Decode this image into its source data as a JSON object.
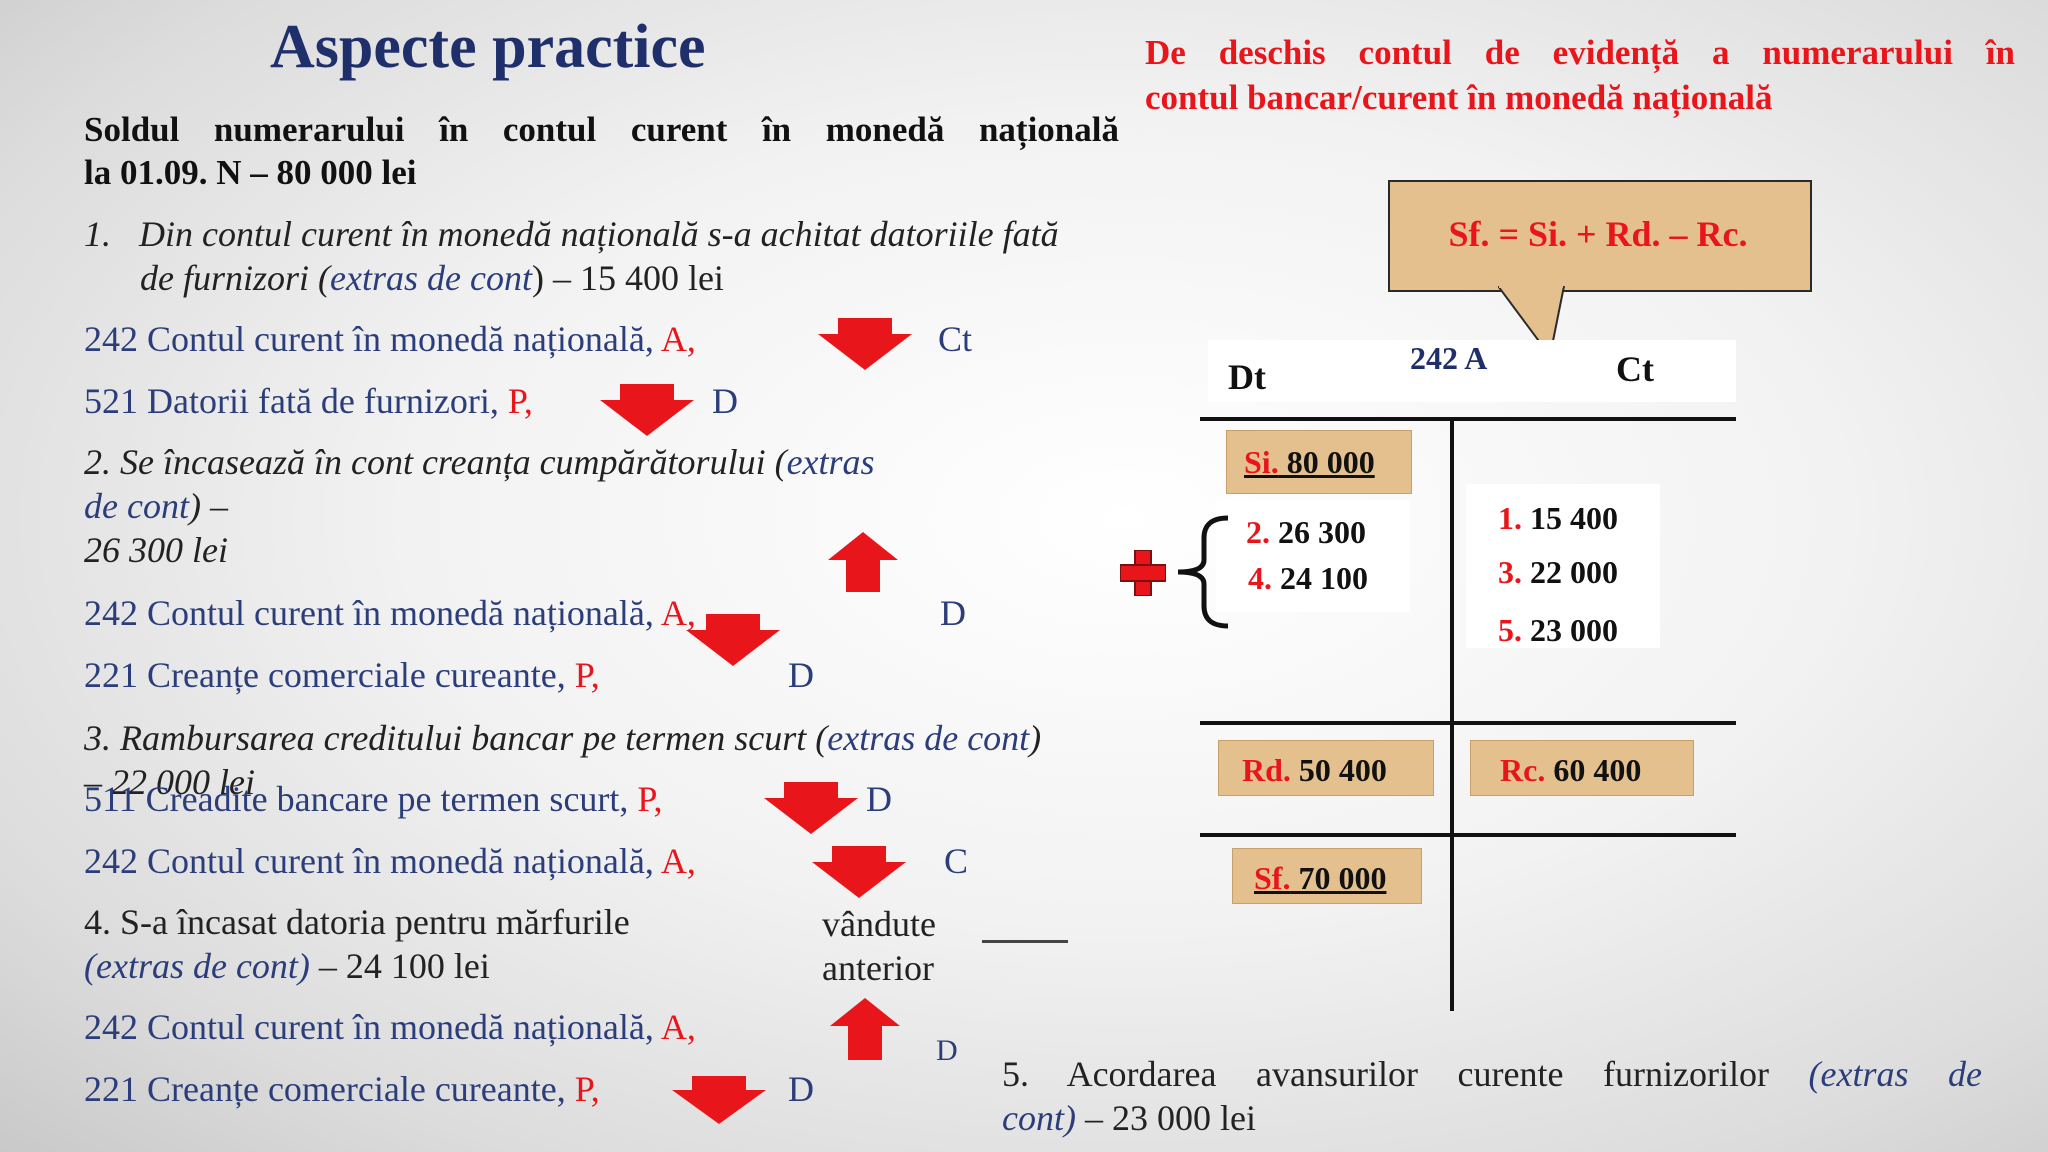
{
  "title": "Aspecte practice",
  "header": {
    "line1": "De deschis contul de evidență a numerarului în",
    "line2": "contul bancar/curent în monedă națională"
  },
  "sold": {
    "line1": "Soldul numerarului în contul curent în monedă națională",
    "line2": "la 01.09. N – 80 000 lei"
  },
  "ops": {
    "op1": {
      "num": "1.",
      "text_a": "Din contul curent în monedă națională s-a achitat datoriile fată",
      "text_b": "de furnizori (",
      "paren": "extras de cont",
      "text_c": ") – 15 400 lei"
    },
    "op2": {
      "text_a": "2. Se încasează în cont creanța cumpărătorului (",
      "paren_a": "extras",
      "paren_b": "de cont",
      "text_b": ") –",
      "text_c": "26 300 lei"
    },
    "op3": {
      "text_a": "3. Rambursarea creditului bancar pe termen scurt (",
      "paren": "extras de cont",
      "text_b": ")",
      "text_c": "– 22 000 lei"
    },
    "op4": {
      "text_a": "4.  S-a  încasat  datoria  pentru  mărfurile",
      "word1": "vândute",
      "word2": "anterior",
      "paren": "(extras de cont)",
      "text_b": " – 24 100 lei"
    },
    "op5": {
      "text_a": "5.  Acordarea  avansurilor  curente  furnizorilor  ",
      "paren_a": "(extras  de",
      "paren_b": "cont)",
      "text_b": " – 23 000 lei"
    }
  },
  "entries": [
    {
      "account": "242 Contul curent în monedă națională, ",
      "type": "A,",
      "side": "Ct"
    },
    {
      "account": "521 Datorii fată de furnizori, ",
      "type": "P,",
      "side": "D"
    },
    {
      "account": "242 Contul curent în monedă națională, ",
      "type": "A,",
      "side": "D"
    },
    {
      "account": "221 Creanțe comerciale cureante, ",
      "type": "P,",
      "side": "D"
    },
    {
      "account": "511 Creadite bancare pe termen scurt, ",
      "type": "P,",
      "side": "D"
    },
    {
      "account": "242 Contul curent în monedă națională, ",
      "type": "A,",
      "side": "C"
    },
    {
      "account": "242 Contul curent în monedă națională, ",
      "type": "A,",
      "side": "D"
    },
    {
      "account": "221 Creanțe comerciale cureante, ",
      "type": "P,",
      "side": "D"
    }
  ],
  "formula": "Sf. = Si. + Rd. – Rc.",
  "taccount": {
    "name": "242 A",
    "dt": "Dt",
    "ct": "Ct",
    "si_label": "Si.",
    "si_value": " 80 000",
    "debit": [
      {
        "n": "2.",
        "v": " 26 300"
      },
      {
        "n": "4.",
        "v": " 24 100"
      }
    ],
    "credit": [
      {
        "n": "1.",
        "v": " 15 400"
      },
      {
        "n": "3.",
        "v": " 22 000"
      },
      {
        "n": "5.",
        "v": " 23 000"
      }
    ],
    "rd_label": "Rd.",
    "rd_value": " 50 400",
    "rc_label": "Rc.",
    "rc_value": " 60 400",
    "sf_label": "Sf.",
    "sf_value": " 70 000"
  },
  "colors": {
    "title": "#1f2f6b",
    "accent_red": "#e8161b",
    "account_blue": "#2b3d7a",
    "tan_box": "#e3c08e"
  }
}
